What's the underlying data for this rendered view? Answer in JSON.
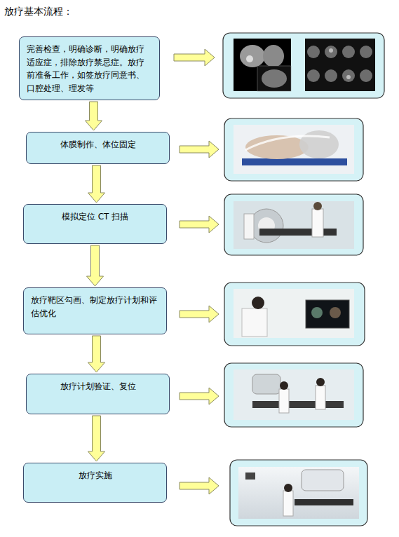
{
  "diagram": {
    "title": "放疗基本流程：",
    "nodes": [
      {
        "text": [
          "完善检查，明确诊断，明确放疗适应症，排除放疗禁忌症。放疗前准备工作，如签放疗同意书、口腔处理、理发等"
        ]
      },
      {
        "text": [
          "体膜制作、体位固定"
        ]
      },
      {
        "text": [
          "模拟定位 CT 扫描"
        ]
      },
      {
        "text": [
          "放疗靶区勾画、制定放疗计划和评估优化"
        ]
      },
      {
        "text": [
          "放疗计划验证、复位"
        ]
      },
      {
        "text": [
          "放疗实施"
        ]
      }
    ],
    "edges": [
      {
        "from": 0,
        "to": 1,
        "arrow": "to"
      },
      {
        "from": 1,
        "to": 2,
        "arrow": "to"
      },
      {
        "from": 2,
        "to": 3,
        "arrow": "to"
      },
      {
        "from": 3,
        "to": 4,
        "arrow": "to"
      },
      {
        "from": 4,
        "to": 5,
        "arrow": "to"
      }
    ]
  }
}
